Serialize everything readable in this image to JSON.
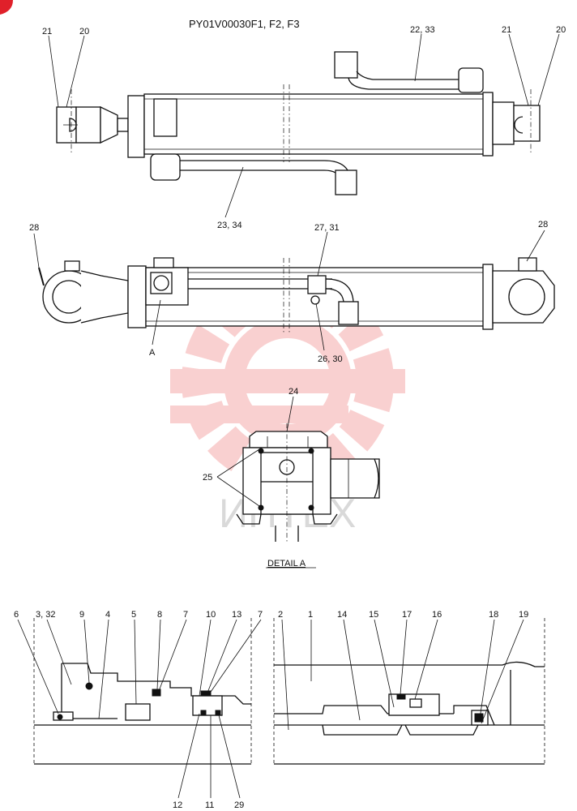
{
  "title": "PY01V00030F1, F2, F3",
  "detail_label": "DETAIL  A",
  "watermark_text": "ИНТЕХ",
  "colors": {
    "watermark": "#f07a7a",
    "corner_mark": "#e0202a",
    "ink": "#111111"
  },
  "callouts": {
    "top_21_left": "21",
    "top_20_left": "20",
    "top_22_33": "22, 33",
    "top_21_right": "21",
    "top_20_right": "20",
    "top_23_34": "23, 34",
    "mid_28_left": "28",
    "mid_27_31": "27, 31",
    "mid_28_right": "28",
    "mid_A": "A",
    "mid_26_30": "26, 30",
    "det_24": "24",
    "det_25": "25",
    "b_6": "6",
    "b_3_32": "3, 32",
    "b_9": "9",
    "b_4": "4",
    "b_5": "5",
    "b_8": "8",
    "b_7a": "7",
    "b_10": "10",
    "b_13": "13",
    "b_7b": "7",
    "b_12": "12",
    "b_11": "11",
    "b_29": "29",
    "b_2": "2",
    "b_1": "1",
    "b_14": "14",
    "b_15": "15",
    "b_17": "17",
    "b_16": "16",
    "b_18": "18",
    "b_19": "19"
  }
}
